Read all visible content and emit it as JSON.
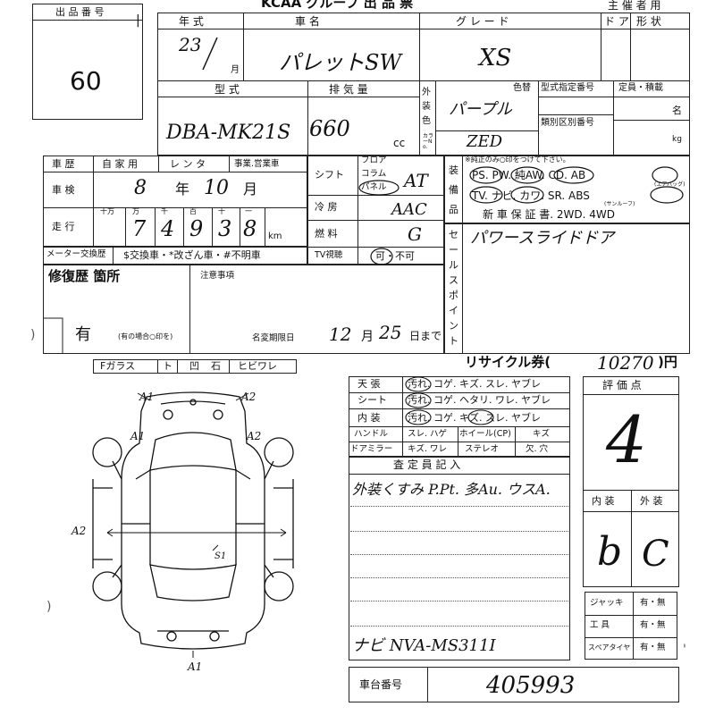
{
  "header": {
    "org_title": "KCAA グループ 出 品 票",
    "organizer": "主 催 者 用"
  },
  "lot": {
    "label": "出 品 番 号",
    "value": "60"
  },
  "vehicle": {
    "year_label": "年 式",
    "year_value": "23",
    "month_unit": "月",
    "name_label": "車 名",
    "name_value": "パレットSW",
    "grade_label": "グ レ ー ド",
    "grade_value": "XS",
    "door_label": "ド ア",
    "shape_label": "形 状",
    "model_label": "型 式",
    "model_value": "DBA-MK21S",
    "displacement_label": "排 気 量",
    "displacement_value": "660",
    "displacement_unit": "cc",
    "exterior_color_label": "外装色",
    "color_swap_label": "色替",
    "color_value": "パープル",
    "color_code_label": "カラーNo.",
    "color_code_value": "ZED",
    "type_designation_label": "型式指定番号",
    "category_number_label": "類別区別番号",
    "capacity_label": "定員・積載",
    "capacity_unit_people": "名",
    "capacity_unit_kg": "kg"
  },
  "history": {
    "label": "車 歴",
    "options": [
      "自 家 用",
      "レ ン タ",
      "事業.営業車"
    ]
  },
  "inspection": {
    "label": "車 検",
    "year_value": "8",
    "year_unit": "年",
    "month_value": "10",
    "month_unit": "月"
  },
  "mileage": {
    "label": "走 行",
    "place_labels": [
      "十万",
      "万",
      "千",
      "百",
      "十",
      "一"
    ],
    "digits": [
      "",
      "7",
      "4",
      "9",
      "3",
      "8"
    ],
    "unit": "km"
  },
  "odometer_notes": {
    "meter_swap_label": "メーター交換歴",
    "notes": "$交換車・*改ざん車・#不明車"
  },
  "shift": {
    "label": "シフト",
    "options": [
      "フロア",
      "コラム",
      "パネル"
    ],
    "value": "AT"
  },
  "ac": {
    "label": "冷 房",
    "value": "AAC"
  },
  "fuel": {
    "label": "燃 料",
    "value": "G"
  },
  "tv": {
    "label": "TV視聴",
    "options": "可・不可"
  },
  "equipment": {
    "label": "装備品",
    "note": "※純正のみ○印をつけて下さい。",
    "row1": "PS. PW. 純AW. CD. AB",
    "row1_sub": "(エアバッグ)",
    "row2": "TV. ナビ. カワ. SR. ABS",
    "row2_sub": "(サンルーフ)",
    "row3": "新 車 保 証 書.  2WD.  4WD"
  },
  "sales_point": {
    "label": "セールスポイント",
    "value": "パワースライドドア"
  },
  "repair": {
    "label": "修復歴 箇所",
    "value": "有",
    "note": "(有の場合○印を)"
  },
  "notice": {
    "label": "注意事項",
    "deadline_label": "名変期限日",
    "deadline_month": "12",
    "deadline_month_unit": "月",
    "deadline_day": "25",
    "deadline_day_unit": "日まで"
  },
  "glass": {
    "items": [
      "Fガラス",
      "ト",
      "凹",
      "石",
      "ヒビワレ"
    ]
  },
  "recycle": {
    "label": "リサイクル券(",
    "value": "10270",
    "unit": ")円"
  },
  "interior_table": {
    "rows": [
      {
        "label": "天 張",
        "options": "汚れ. コゲ. キズ. スレ. ヤブレ"
      },
      {
        "label": "シート",
        "options": "汚れ. コゲ. ヘタリ. ワレ. ヤブレ"
      },
      {
        "label": "内 装",
        "options": "汚れ. コゲ. キズ. スレ. ヤブレ"
      }
    ],
    "row4": [
      "ハンドル",
      "スレ. ハゲ",
      "ホイール(CP)",
      "キズ"
    ],
    "row5": [
      "ドアミラー",
      "キズ. ワレ",
      "ステレオ",
      "欠. 穴"
    ]
  },
  "inspector": {
    "label": "査 定 員 記 入",
    "line1": "外装くすみ P.Pt. 多Au. ウスA.",
    "line_last": "ナビ NVA-MS311I"
  },
  "rating": {
    "label": "評 価 点",
    "value": "4",
    "interior_label": "内 装",
    "exterior_label": "外 装",
    "interior_value": "b",
    "exterior_value": "C"
  },
  "tools": {
    "rows": [
      {
        "label": "ジャッキ",
        "value": "有・無"
      },
      {
        "label": "工 具",
        "value": "有・無"
      },
      {
        "label": "スペアタイヤ",
        "value": "有・無"
      }
    ]
  },
  "chassis": {
    "label": "車台番号",
    "value": "405993"
  },
  "diagram": {
    "marks": [
      "A1",
      "A2",
      "A1",
      "A2",
      "A2",
      "S1",
      "A1"
    ]
  },
  "colors": {
    "ink": "#111111",
    "paper": "#ffffff"
  }
}
